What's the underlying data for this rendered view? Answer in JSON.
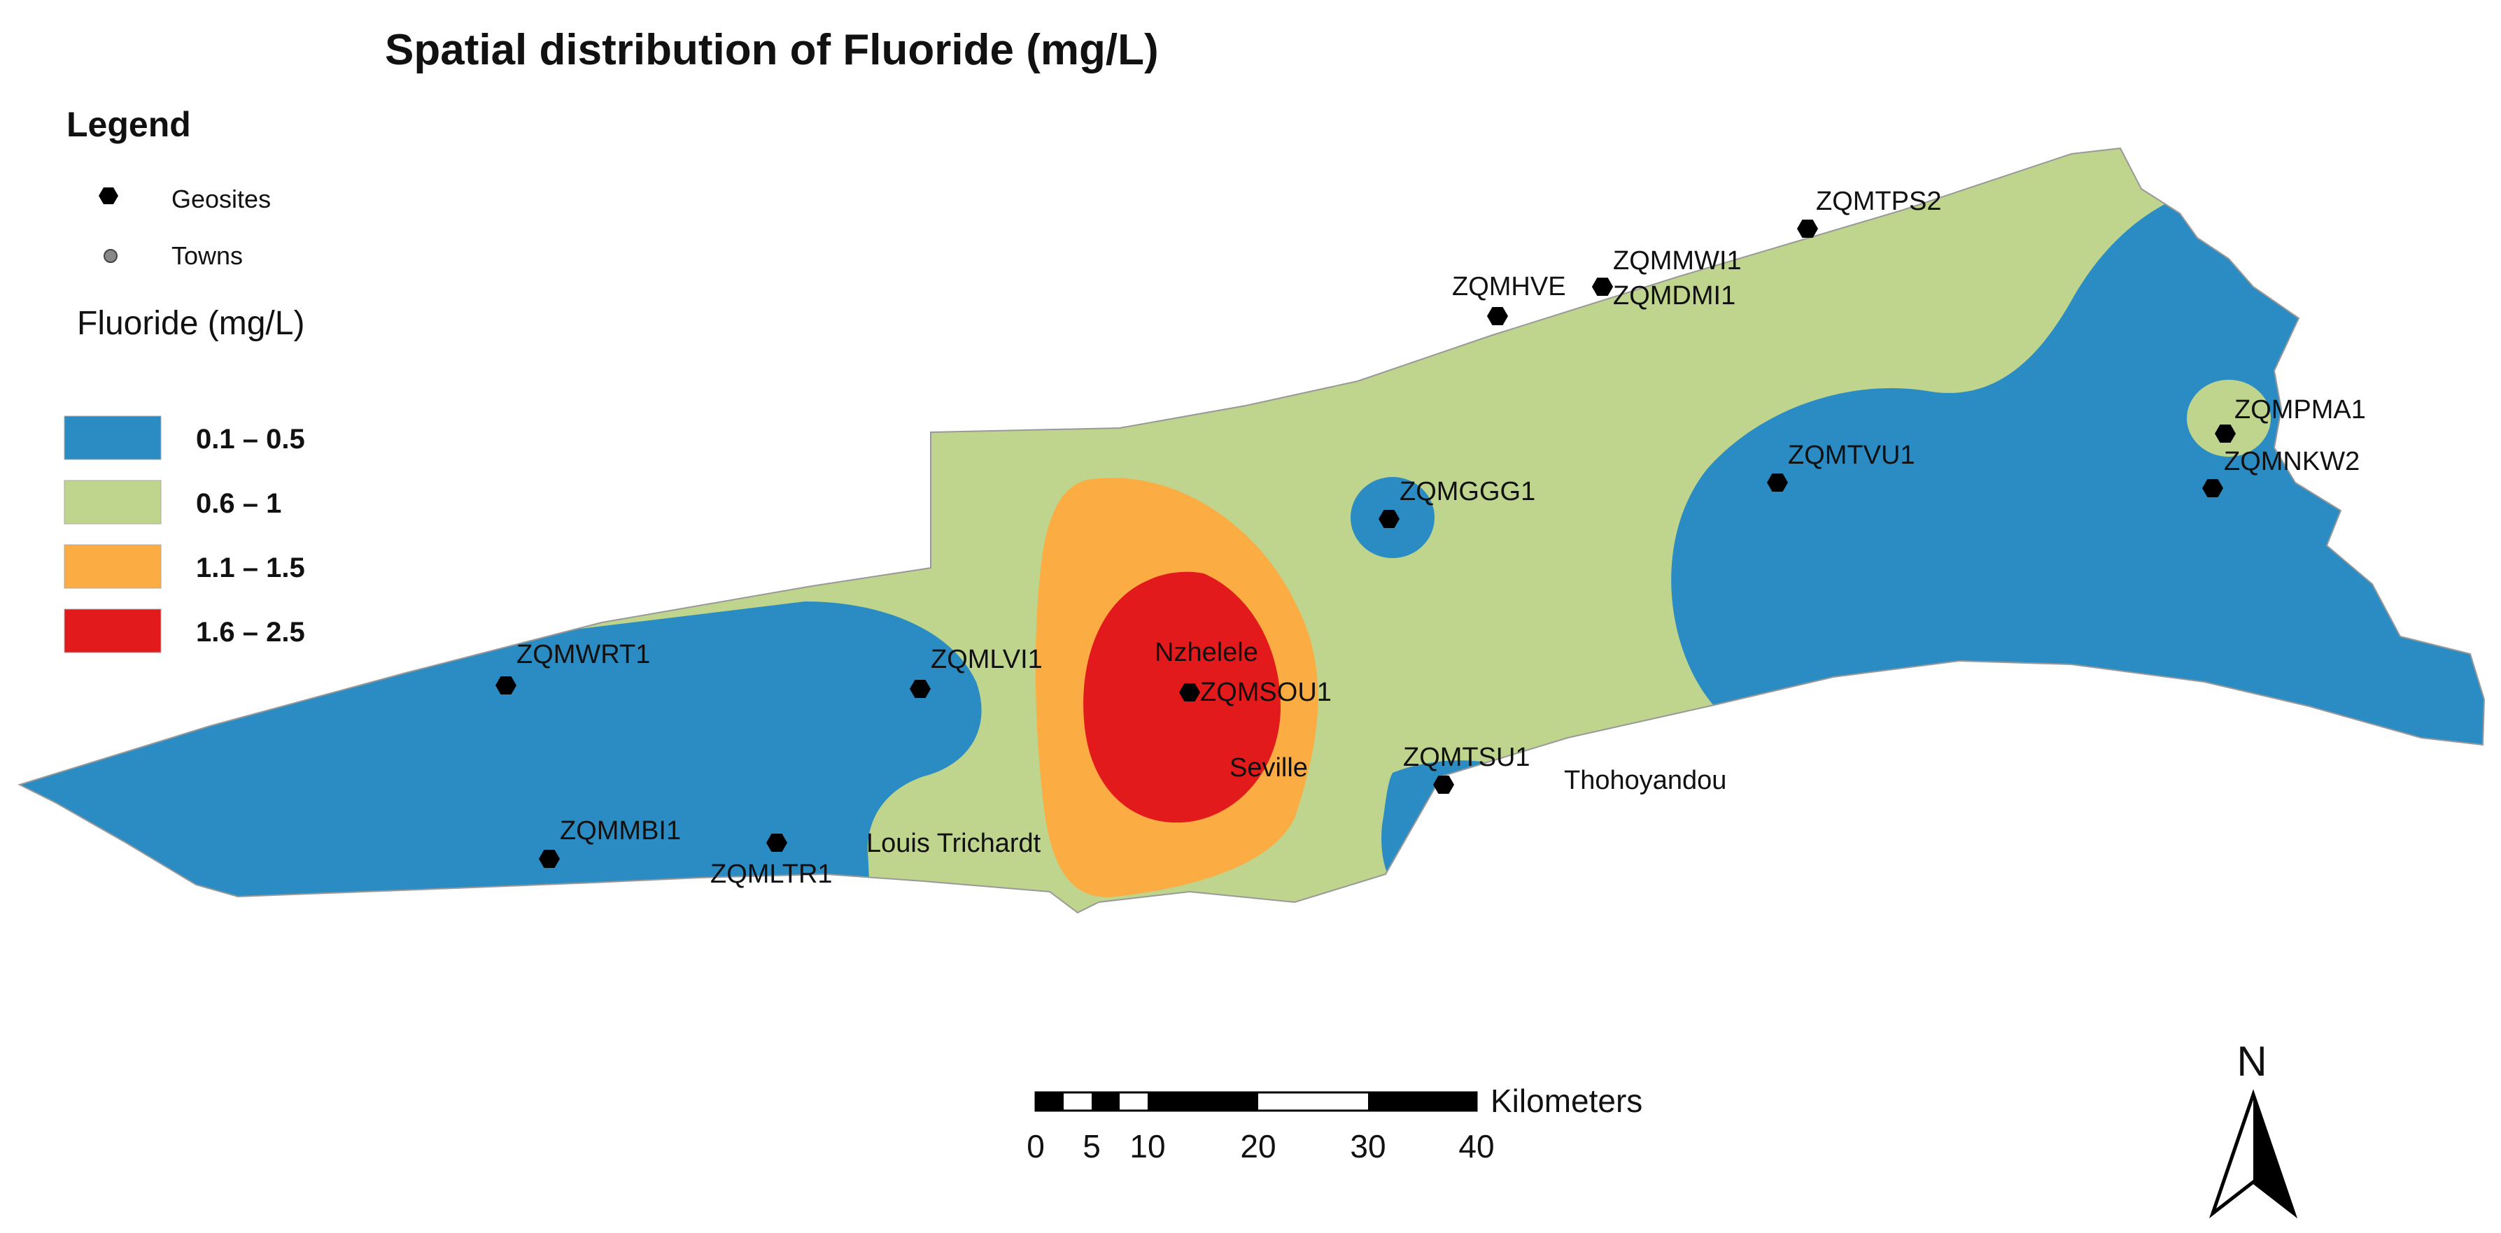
{
  "title": "Spatial distribution of Fluoride (mg/L)",
  "legend": {
    "heading": "Legend",
    "geosites_label": "Geosites",
    "towns_label": "Towns",
    "fluoride_heading": "Fluoride (mg/L)",
    "classes": [
      {
        "range": "0.1 – 0.5",
        "color": "#2b8cc4"
      },
      {
        "range": "0.6 – 1",
        "color": "#bfd48d"
      },
      {
        "range": "1.1 – 1.5",
        "color": "#fbac42"
      },
      {
        "range": "1.6 – 2.5",
        "color": "#e31a1c"
      }
    ]
  },
  "geosites": [
    {
      "name": "ZQMTPS2"
    },
    {
      "name": "ZQMMWI1"
    },
    {
      "name": "ZQMDMI1"
    },
    {
      "name": "ZQMHVE"
    },
    {
      "name": "ZQMPMA1"
    },
    {
      "name": "ZQMNKW2"
    },
    {
      "name": "ZQMTVU1"
    },
    {
      "name": "ZQMGGG1"
    },
    {
      "name": "ZQMWRT1"
    },
    {
      "name": "ZQMLVI1"
    },
    {
      "name": "ZQMSOU1"
    },
    {
      "name": "ZQMTSU1"
    },
    {
      "name": "ZQMMBI1"
    },
    {
      "name": "ZQMLTR1"
    }
  ],
  "towns": [
    {
      "name": "Nzhelele"
    },
    {
      "name": "Seville"
    },
    {
      "name": "Thohoyandou"
    },
    {
      "name": "Louis Trichardt"
    }
  ],
  "scale_bar": {
    "unit": "Kilometers",
    "ticks": [
      "0",
      "5",
      "10",
      "20",
      "30",
      "40"
    ]
  },
  "north_arrow": {
    "label": "N"
  },
  "colors": {
    "point": "#000000",
    "outline": "#999999"
  }
}
